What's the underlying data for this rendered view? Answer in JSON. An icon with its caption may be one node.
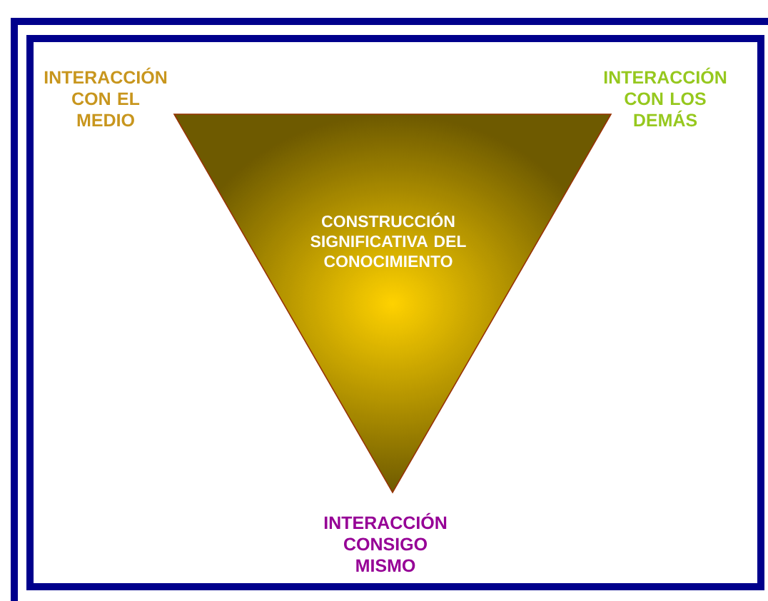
{
  "diagram": {
    "nodes": [
      {
        "text": [
          "CONSTRUCCIÓN SIGNIFICATIVA DEL CONOCIMIENTO"
        ]
      }
    ],
    "labels": [
      "INTERACCIÓN CON EL MEDIO",
      "INTERACCIÓN CON LOS DEMÁS",
      "INTERACCIÓN CONSIGO MISMO"
    ]
  }
}
